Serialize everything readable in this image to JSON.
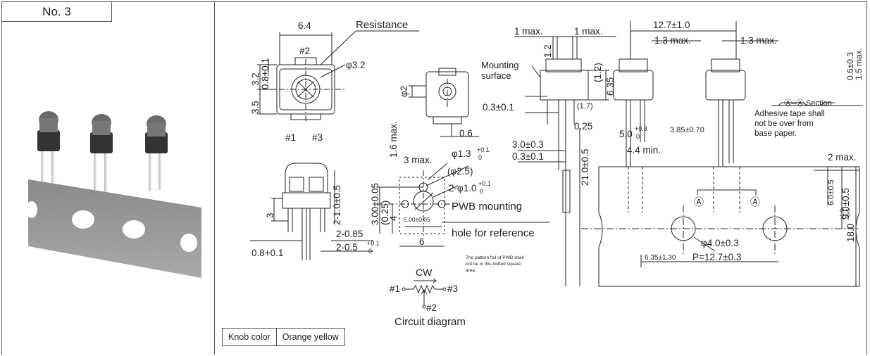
{
  "product_no": "No. 3",
  "photo_alt": "Trimmer potentiometers on carrier tape",
  "labels": {
    "resistance": "Resistance",
    "pin2_top": "#2",
    "pin1": "#1",
    "pin3": "#3",
    "mounting_surface_1": "Mounting",
    "mounting_surface_2": "surface",
    "pwb_ref_1": "PWB mounting",
    "pwb_ref_2": "hole for reference",
    "pattern_note_1": "The pattern foil of PWB shall",
    "pattern_note_2": "not be in this dotted square",
    "pattern_note_3": "area.",
    "cw": "CW",
    "circ_pin1": "#1",
    "circ_pin3": "#3",
    "circ_pin2": "#2",
    "circuit_diagram": "Circuit diagram",
    "section": "Ⓐ–Ⓐ Section",
    "adhesive_1": "Adhesive tape shall",
    "adhesive_2": "not be over from",
    "adhesive_3": "base paper.",
    "section_mark": "Ⓐ"
  },
  "dims": {
    "d_6_4": "6.4",
    "d_phi32": "φ3.2",
    "d_08": "0.8±0.1",
    "d_32": "3.2",
    "d_35": "3.5",
    "d_phi2": "φ2",
    "d_06": "0.6",
    "d_1max_a": "1 max.",
    "d_1max_b": "1 max.",
    "d_12": "1.2",
    "d_12p": "(1.2)",
    "d_635": "6.35",
    "d_03a": "0.3±0.1",
    "d_17": "(1.7)",
    "d_025": "0.25",
    "d_30": "3.0±0.3",
    "d_03b": "0.3±0.1",
    "d_210": "21.0±0.5",
    "d_16max": "1.6 max.",
    "d_3max": "3 max.",
    "d_phi13": "φ1.3",
    "d_phi13_tol": "+0.1",
    "d_phi13_tol2": "0",
    "d_phi25": "(φ2.5)",
    "d_phi10": "2-φ1.0",
    "d_phi10_tol": "+0.1",
    "d_phi10_tol2": "0",
    "d_300": "3.00±0.05",
    "d_025p": "(0.25)",
    "d_4": "4",
    "d_500": "5.00±0.05",
    "d_6": "6",
    "d_3": "3",
    "d_210b": "2-1.0±0.5",
    "d_285": "2-0.85",
    "d_205": "2-0.5",
    "d_205_tol": "+0.1",
    "d_205_tol2": "0",
    "d_08b": "0.8+0.1",
    "d_127": "12.7±1.0",
    "d_13max_a": "1.3 max.",
    "d_13max_b": "1.3 max.",
    "d_06_03": "0.6±0.3",
    "d_15max": "1.5 max.",
    "d_50": "5.0",
    "d_50_tol": "+0.8",
    "d_50_tol2": "0",
    "d_385": "3.85±0.70",
    "d_44": "4.4 min.",
    "d_2max": "2 max.",
    "d_60": "6.0±0.5",
    "d_90": "9.0±0.5",
    "d_180": "18.0",
    "d_180_tol": "+1.0",
    "d_180_tol2": "−0.5",
    "d_phi40": "φ4.0±0.3",
    "d_635b": "6.35±1.30",
    "d_p127": "P=12.7±0.3"
  },
  "knob_table": {
    "label": "Knob color",
    "value": "Orange yellow"
  }
}
